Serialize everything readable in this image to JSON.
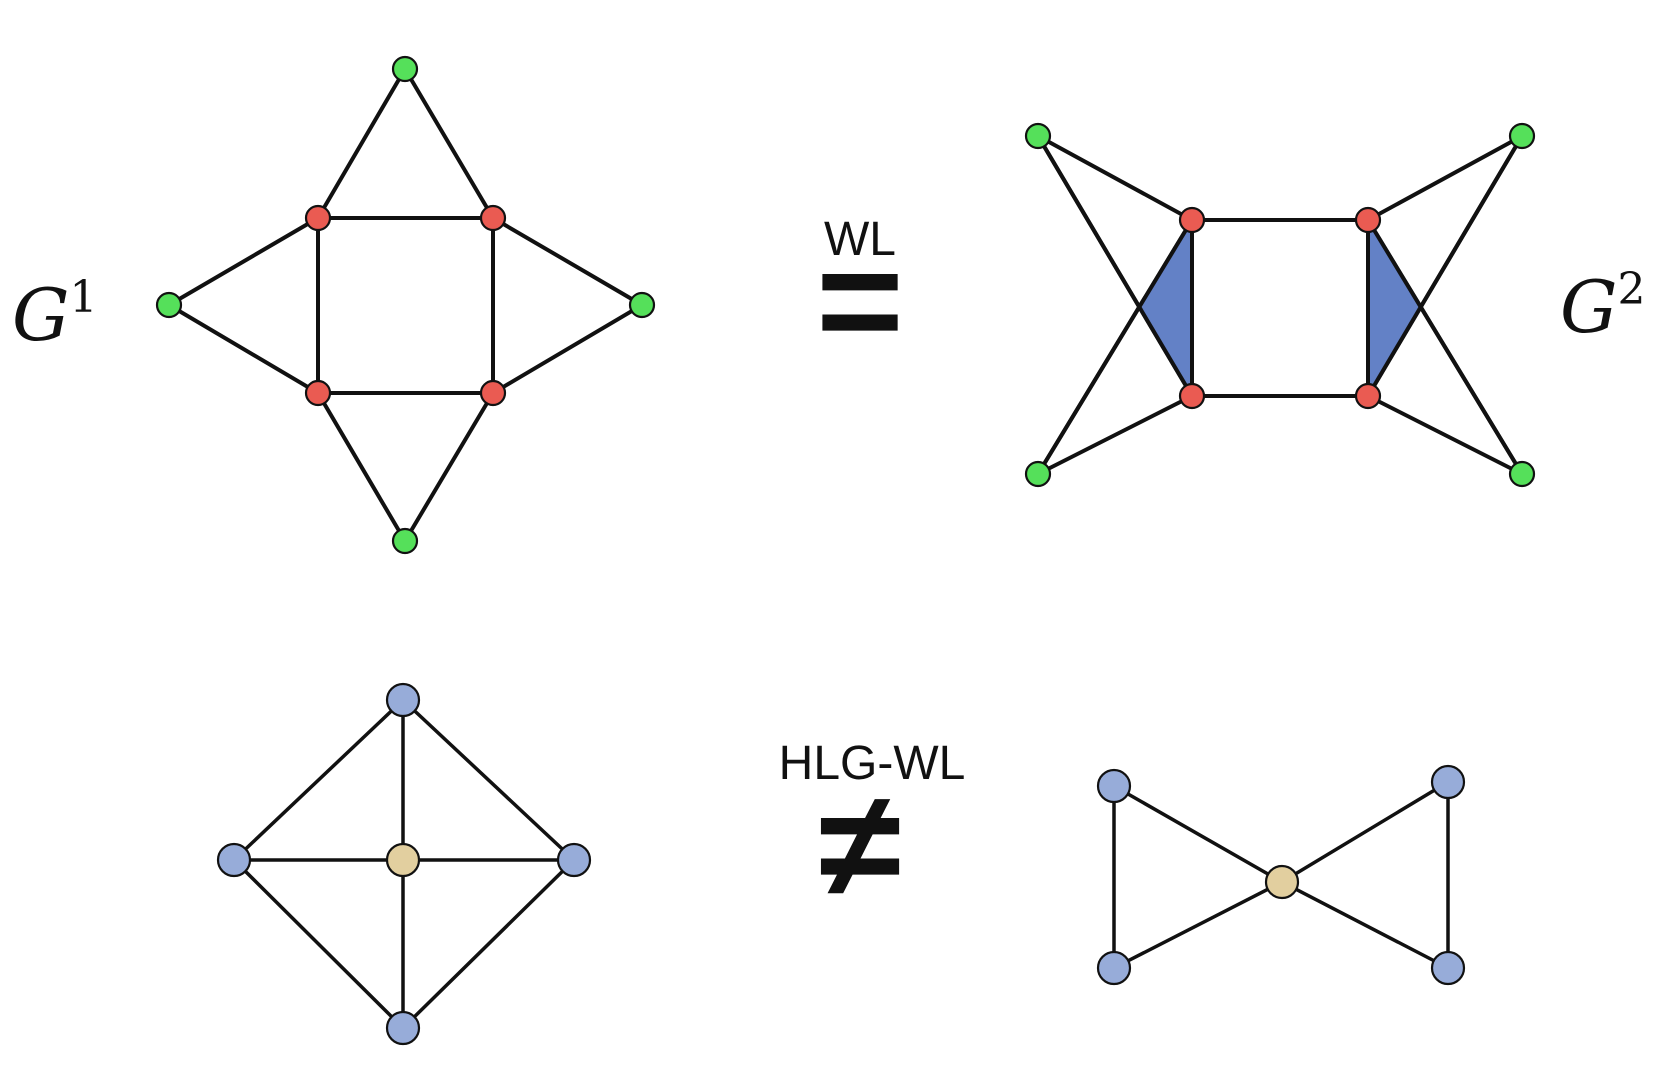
{
  "graph1_label": {
    "letter": "G",
    "superscript": "1"
  },
  "graph2_label": {
    "letter": "G",
    "superscript": "2"
  },
  "top_relation": {
    "label": "WL",
    "symbol": "="
  },
  "bottom_relation": {
    "label": "HLG-WL",
    "symbol": "≠"
  },
  "colors": {
    "triangle_fill": "#94aed9",
    "triangle_overlap": "#6381c6",
    "square_fill": "#e6d2a2",
    "outer_node": "#55e05a",
    "inner_node": "#ea5b52",
    "hyperedge_node_blue": "#97acd9",
    "hyperedge_node_tan": "#e2cf9f",
    "edge": "#111111"
  }
}
